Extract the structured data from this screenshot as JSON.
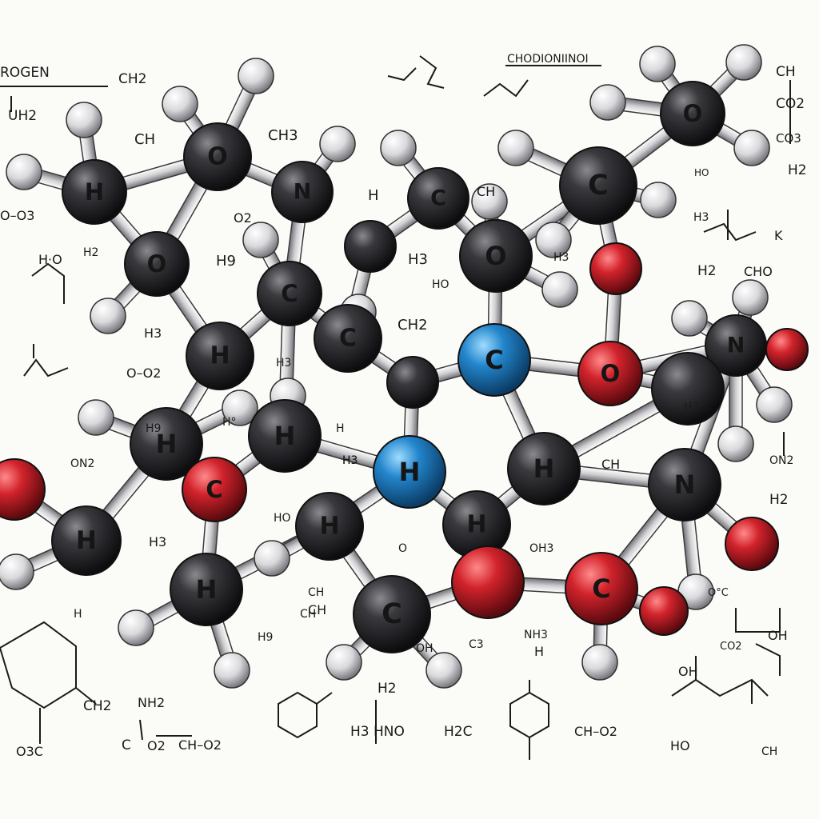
{
  "illustration": {
    "colors": {
      "carbon": "#2b2b2e",
      "hydrogen": "#e8e8e8",
      "oxygen": "#c8202a",
      "nitrogen": "#1f7fc4",
      "bond": "#cfcfcf",
      "ink": "#1a1a1a",
      "red_ink": "#c0282e",
      "blue_ink": "#1e88c8"
    },
    "header_left": "ROGEN",
    "header_left_sub": "CH2",
    "header_title": "CHODIONIINOI",
    "atoms": [
      {
        "id": "a1",
        "el": "C",
        "label": "H"
      },
      {
        "id": "a2",
        "el": "C",
        "label": "O"
      },
      {
        "id": "a3",
        "el": "C",
        "label": "N"
      },
      {
        "id": "a4",
        "el": "C",
        "label": "O"
      },
      {
        "id": "a5",
        "el": "C",
        "label": "H"
      },
      {
        "id": "a6",
        "el": "H",
        "label": "C"
      },
      {
        "id": "a7",
        "el": "C",
        "label": "C"
      },
      {
        "id": "a8",
        "el": "C",
        "label": ""
      },
      {
        "id": "a9",
        "el": "C",
        "label": "O"
      },
      {
        "id": "a10",
        "el": "C",
        "label": "C"
      },
      {
        "id": "a11",
        "el": "C",
        "label": "C"
      },
      {
        "id": "a12",
        "el": "C",
        "label": "O"
      },
      {
        "id": "a13",
        "el": "N",
        "label": "C"
      },
      {
        "id": "a14",
        "el": "C",
        "label": ""
      },
      {
        "id": "a15",
        "el": "O",
        "label": "O"
      },
      {
        "id": "a16",
        "el": "C",
        "label": "N"
      },
      {
        "id": "a17",
        "el": "O",
        "label": ""
      },
      {
        "id": "a18",
        "el": "C",
        "label": "H"
      },
      {
        "id": "a19",
        "el": "O",
        "label": "C"
      },
      {
        "id": "a20",
        "el": "N",
        "label": "H"
      },
      {
        "id": "a21",
        "el": "C",
        "label": "H"
      },
      {
        "id": "a22",
        "el": "C",
        "label": "H"
      },
      {
        "id": "a23",
        "el": "C",
        "label": "N"
      },
      {
        "id": "a24",
        "el": "C",
        "label": "H"
      },
      {
        "id": "a25",
        "el": "C",
        "label": "H"
      },
      {
        "id": "a26",
        "el": "C",
        "label": "H"
      },
      {
        "id": "a27",
        "el": "C",
        "label": "H"
      },
      {
        "id": "a28",
        "el": "C",
        "label": "C"
      },
      {
        "id": "a29",
        "el": "O",
        "label": ""
      },
      {
        "id": "a30",
        "el": "O",
        "label": "C"
      },
      {
        "id": "a31",
        "el": "O",
        "label": ""
      },
      {
        "id": "a32",
        "el": "O",
        "label": ""
      },
      {
        "id": "a33",
        "el": "O",
        "label": ""
      },
      {
        "id": "a34",
        "el": "C",
        "label": ""
      },
      {
        "id": "a35",
        "el": "O",
        "label": ""
      }
    ],
    "labels": [
      {
        "text": "CH",
        "color": "ink"
      },
      {
        "text": "CH3",
        "color": "ink"
      },
      {
        "text": "H",
        "color": "ink"
      },
      {
        "text": "O2",
        "color": "ink"
      },
      {
        "text": "H9",
        "color": "red_ink"
      },
      {
        "text": "H3",
        "color": "red_ink"
      },
      {
        "text": "CH2",
        "color": "ink"
      },
      {
        "text": "CH",
        "color": "blue_ink"
      },
      {
        "text": "HO",
        "color": "ink"
      },
      {
        "text": "H3",
        "color": "ink"
      },
      {
        "text": "CH",
        "color": "ink"
      },
      {
        "text": "H2",
        "color": "ink"
      },
      {
        "text": "CO2",
        "color": "ink"
      },
      {
        "text": "CO3",
        "color": "ink"
      },
      {
        "text": "HO",
        "color": "ink"
      },
      {
        "text": "H2",
        "color": "ink"
      },
      {
        "text": "H3",
        "color": "red_ink"
      },
      {
        "text": "K",
        "color": "red_ink"
      },
      {
        "text": "CHO",
        "color": "ink"
      },
      {
        "text": "H·O",
        "color": "ink"
      },
      {
        "text": "H2",
        "color": "ink"
      },
      {
        "text": "UH2",
        "color": "ink"
      },
      {
        "text": "O–O3",
        "color": "ink"
      },
      {
        "text": "H3",
        "color": "ink"
      },
      {
        "text": "O–O2",
        "color": "ink"
      },
      {
        "text": "ON2",
        "color": "ink"
      },
      {
        "text": "H3",
        "color": "ink"
      },
      {
        "text": "HO",
        "color": "ink"
      },
      {
        "text": "H",
        "color": "ink"
      },
      {
        "text": "H3",
        "color": "red_ink"
      },
      {
        "text": "OH3",
        "color": "ink"
      },
      {
        "text": "CH",
        "color": "red_ink"
      },
      {
        "text": "H3",
        "color": "ink"
      },
      {
        "text": "ON2",
        "color": "ink"
      },
      {
        "text": "H2",
        "color": "ink"
      },
      {
        "text": "CH",
        "color": "ink"
      },
      {
        "text": "H9",
        "color": "ink"
      },
      {
        "text": "NH3",
        "color": "ink"
      },
      {
        "text": "H",
        "color": "red_ink"
      },
      {
        "text": "C3",
        "color": "red_ink"
      },
      {
        "text": "H2",
        "color": "ink"
      },
      {
        "text": "O°C",
        "color": "ink"
      },
      {
        "text": "CO2",
        "color": "ink"
      },
      {
        "text": "OH",
        "color": "red_ink"
      },
      {
        "text": "HO",
        "color": "ink"
      },
      {
        "text": "CH",
        "color": "blue_ink"
      },
      {
        "text": "CH2",
        "color": "ink"
      },
      {
        "text": "O3C",
        "color": "ink"
      },
      {
        "text": "NH2",
        "color": "ink"
      },
      {
        "text": "C",
        "color": "ink"
      },
      {
        "text": "O2",
        "color": "red_ink"
      },
      {
        "text": "CH–O2",
        "color": "ink"
      },
      {
        "text": "H3 HNO",
        "color": "ink"
      },
      {
        "text": "H2C",
        "color": "ink"
      },
      {
        "text": "CH–O2",
        "color": "ink"
      },
      {
        "text": "OH",
        "color": "red_ink"
      },
      {
        "text": "H9",
        "color": "ink"
      },
      {
        "text": "H°",
        "color": "ink"
      },
      {
        "text": "H3",
        "color": "red_ink"
      },
      {
        "text": "CH",
        "color": "ink"
      },
      {
        "text": "OH",
        "color": "red_ink"
      },
      {
        "text": "O",
        "color": "ink"
      },
      {
        "text": "H3",
        "color": "ink"
      },
      {
        "text": "CH",
        "color": "ink"
      },
      {
        "text": "H",
        "color": "ink"
      }
    ]
  }
}
